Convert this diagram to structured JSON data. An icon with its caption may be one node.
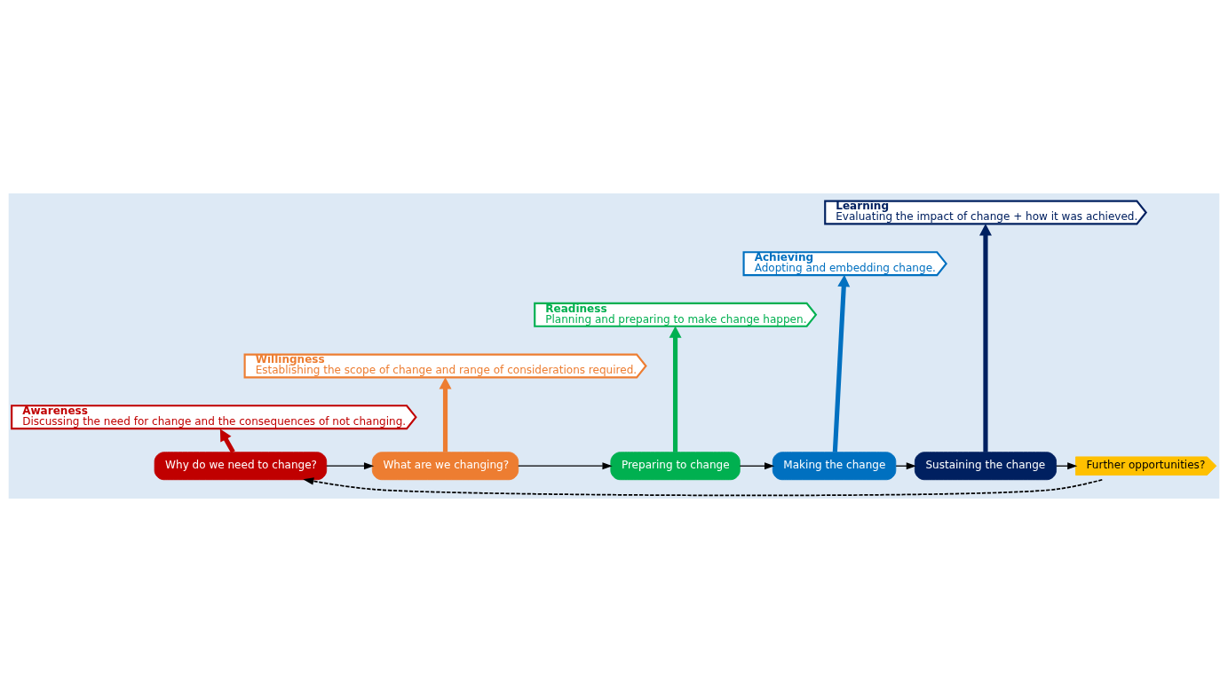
{
  "diagram": {
    "nodes": [
      {
        "text": [
          "Learning",
          "Evaluating the impact of change + how it was achieved."
        ]
      },
      {
        "text": [
          "Achieving",
          "Adopting and embedding change."
        ]
      },
      {
        "text": [
          "Readiness",
          "Planning and preparing to make change happen."
        ]
      },
      {
        "text": [
          "Willingness",
          "Establishing the scope of change and range of considerations required."
        ]
      },
      {
        "text": [
          "Awareness",
          "Discussing the need for change and the consequences of not changing."
        ]
      },
      {
        "text": [
          "Why do we need to change?"
        ]
      },
      {
        "text": [
          "What are we changing?"
        ]
      },
      {
        "text": [
          "Preparing to change"
        ]
      },
      {
        "text": [
          "Making the change"
        ]
      },
      {
        "text": [
          "Sustaining the change"
        ]
      },
      {
        "text": [
          "Further opportunities?"
        ]
      }
    ],
    "edges": [
      {
        "from": 5,
        "to": 6,
        "arrow": "to"
      },
      {
        "from": 6,
        "to": 7,
        "arrow": "to"
      },
      {
        "from": 7,
        "to": 8,
        "arrow": "to"
      },
      {
        "from": 8,
        "to": 9,
        "arrow": "to"
      },
      {
        "from": 9,
        "to": 10,
        "arrow": "to"
      },
      {
        "from": 5,
        "to": 4,
        "arrow": "to",
        "style": "thick",
        "color": "#c00000"
      },
      {
        "from": 6,
        "to": 3,
        "arrow": "to",
        "style": "thick",
        "color": "#ed7d31"
      },
      {
        "from": 7,
        "to": 2,
        "arrow": "to",
        "style": "thick",
        "color": "#00b050"
      },
      {
        "from": 8,
        "to": 1,
        "arrow": "to",
        "style": "thick",
        "color": "#0070c0"
      },
      {
        "from": 9,
        "to": 0,
        "arrow": "to",
        "style": "thick",
        "color": "#002060"
      },
      {
        "from": 10,
        "to": 5,
        "arrow": "to",
        "style": "dashed"
      }
    ]
  }
}
